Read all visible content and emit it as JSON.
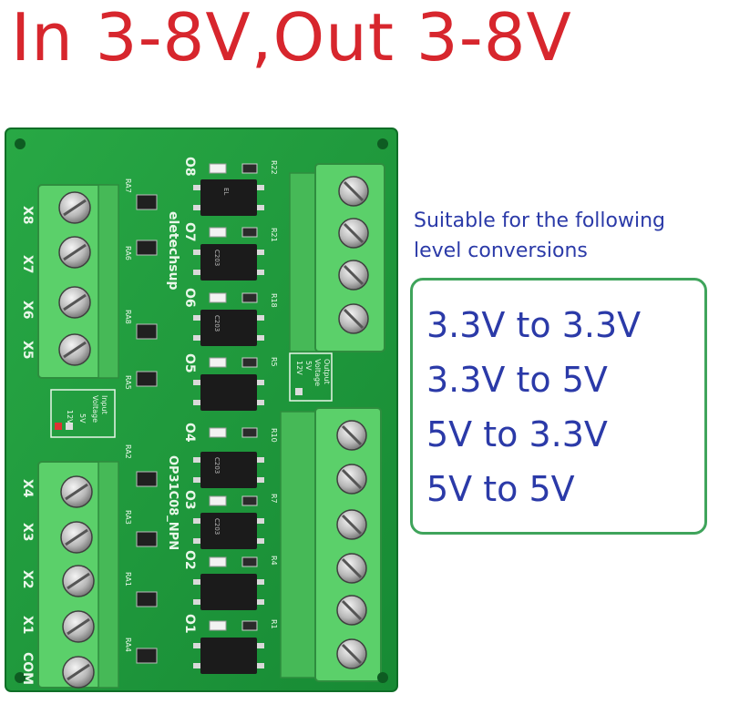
{
  "title": "In 3-8V,Out 3-8V",
  "intro_lines": [
    "Suitable for the following",
    "level conversions"
  ],
  "conversions": [
    "3.3V to 3.3V",
    "3.3V to 5V",
    "5V to 3.3V",
    "5V to 5V"
  ],
  "colors": {
    "title": "#d7262d",
    "text": "#2b3aa8",
    "box_border": "#3fa45b",
    "pcb": "#1f9a3d",
    "terminal": "#5bd06a"
  },
  "board": {
    "brand": "eletechsup",
    "model": "OP31C08_NPN",
    "input_labels": [
      "X8",
      "X7",
      "X6",
      "X5",
      "X4",
      "X3",
      "X2",
      "X1",
      "COM"
    ],
    "output_labels": [
      "O8",
      "O7",
      "O6",
      "O5",
      "O4",
      "O3",
      "O2",
      "O1"
    ],
    "input_voltage": {
      "line1": "Input",
      "line2": "Voltage",
      "opt_a": "5V",
      "opt_b": "12V"
    },
    "output_voltage": {
      "line1": "Output",
      "line2": "Voltage",
      "opt_a": "5V",
      "opt_b": "12V"
    },
    "resistor_labels": [
      "RA7",
      "RA6",
      "RA8",
      "RA5",
      "RA2",
      "RA3",
      "RA1",
      "RA4"
    ],
    "right_resistors": [
      "R22",
      "R21",
      "R18",
      "R5",
      "R10",
      "R7",
      "R4",
      "R1"
    ],
    "chip_label": "EL",
    "chip_code": "C203"
  }
}
